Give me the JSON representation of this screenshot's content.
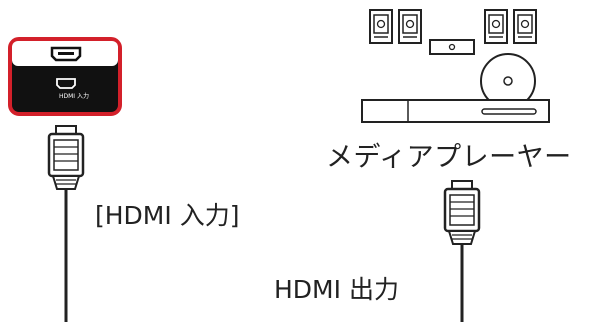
{
  "diagram": {
    "device_label": "メディアプレーヤー",
    "input_label": "[HDMI 入力]",
    "output_label": "HDMI 出力",
    "port_caption": "HDMI 入力",
    "colors": {
      "highlight": "#d3202a",
      "line": "#222222",
      "panel": "#111111",
      "background": "#ffffff"
    },
    "icons": [
      "hdmi-port-icon",
      "speaker-icon",
      "disc-icon",
      "media-player-icon",
      "hdmi-plug-icon"
    ]
  }
}
